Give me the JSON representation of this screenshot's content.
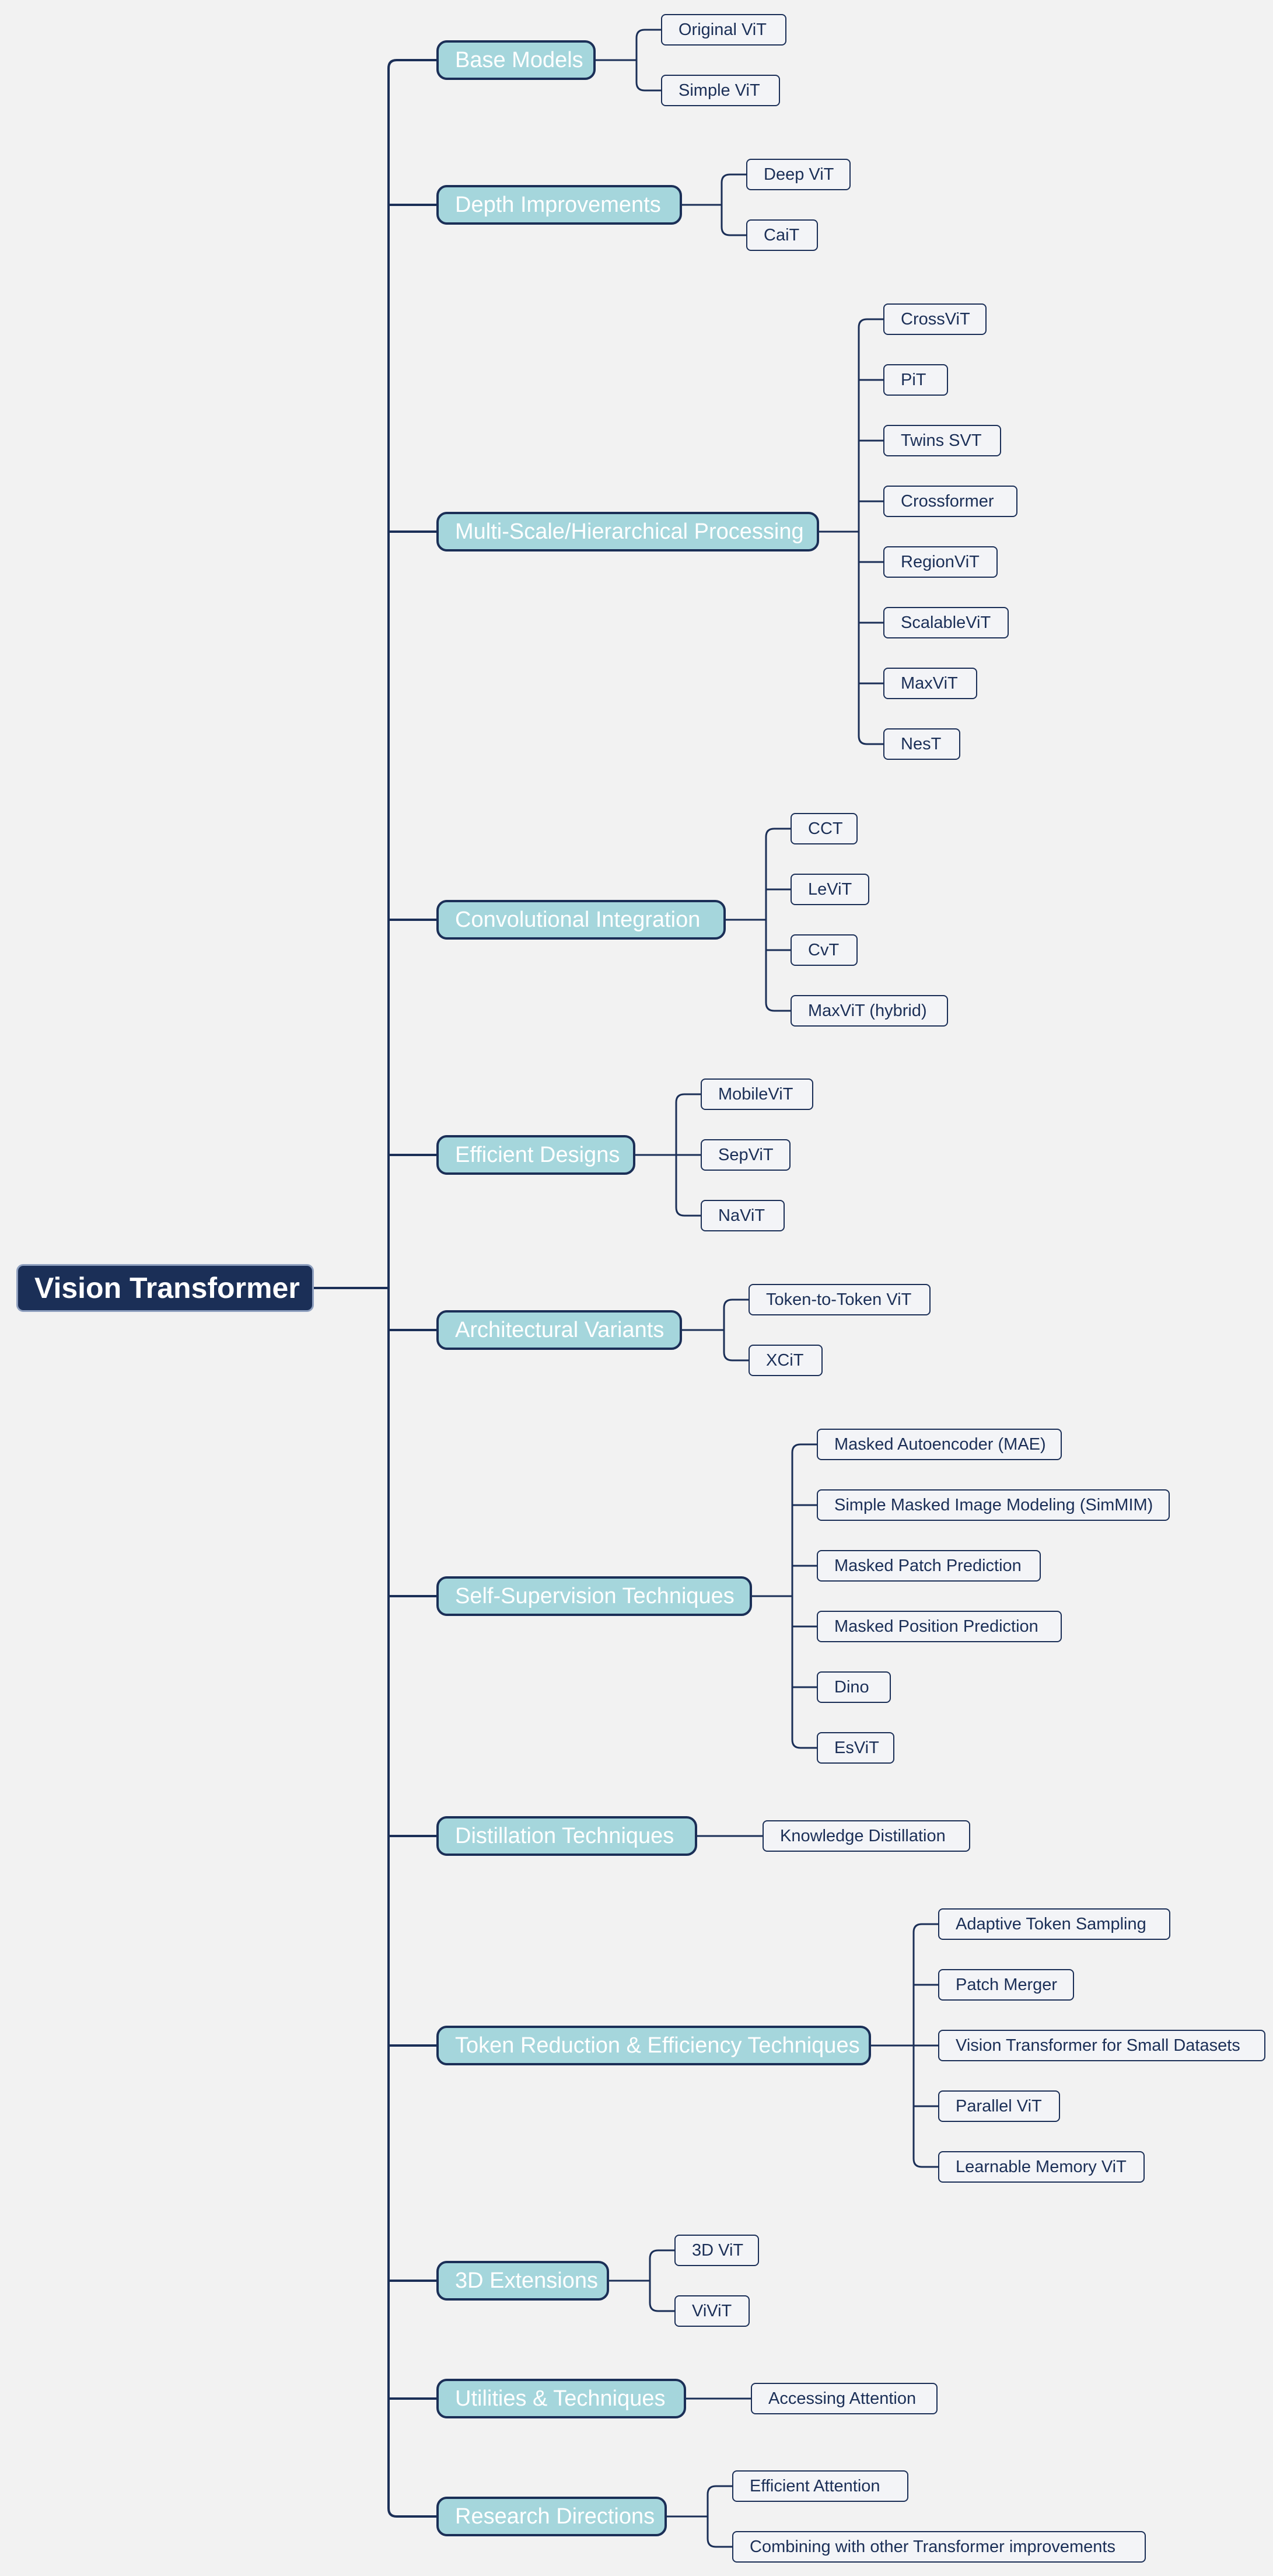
{
  "root": {
    "label": "Vision Transformer"
  },
  "categories": [
    {
      "label": "Base Models",
      "children": [
        "Original ViT",
        "Simple ViT"
      ]
    },
    {
      "label": "Depth Improvements",
      "children": [
        "Deep ViT",
        "CaiT"
      ]
    },
    {
      "label": "Multi-Scale/Hierarchical Processing",
      "children": [
        "CrossViT",
        "PiT",
        "Twins SVT",
        "Crossformer",
        "RegionViT",
        "ScalableViT",
        "MaxViT",
        "NesT"
      ]
    },
    {
      "label": "Convolutional Integration",
      "children": [
        "CCT",
        "LeViT",
        "CvT",
        "MaxViT (hybrid)"
      ]
    },
    {
      "label": "Efficient Designs",
      "children": [
        "MobileViT",
        "SepViT",
        "NaViT"
      ]
    },
    {
      "label": "Architectural Variants",
      "children": [
        "Token-to-Token ViT",
        "XCiT"
      ]
    },
    {
      "label": "Self-Supervision Techniques",
      "children": [
        "Masked Autoencoder (MAE)",
        "Simple Masked Image Modeling (SimMIM)",
        "Masked Patch Prediction",
        "Masked Position Prediction",
        "Dino",
        "EsViT"
      ]
    },
    {
      "label": "Distillation Techniques",
      "children": [
        "Knowledge Distillation"
      ]
    },
    {
      "label": "Token Reduction & Efficiency Techniques",
      "children": [
        "Adaptive Token Sampling",
        "Patch Merger",
        "Vision Transformer for Small Datasets",
        "Parallel ViT",
        "Learnable Memory ViT"
      ]
    },
    {
      "label": "3D Extensions",
      "children": [
        "3D ViT",
        "ViViT"
      ]
    },
    {
      "label": "Utilities & Techniques",
      "children": [
        "Accessing Attention"
      ]
    },
    {
      "label": "Research Directions",
      "children": [
        "Efficient Attention",
        "Combining with other Transformer improvements"
      ]
    }
  ],
  "colors": {
    "background": "#f2f2f2",
    "root_fill": "#1b2f57",
    "category_fill": "#a5d6dc",
    "category_border": "#1b2f57",
    "leaf_fill": "#f3f4f7",
    "connector": "#1b2f57"
  }
}
